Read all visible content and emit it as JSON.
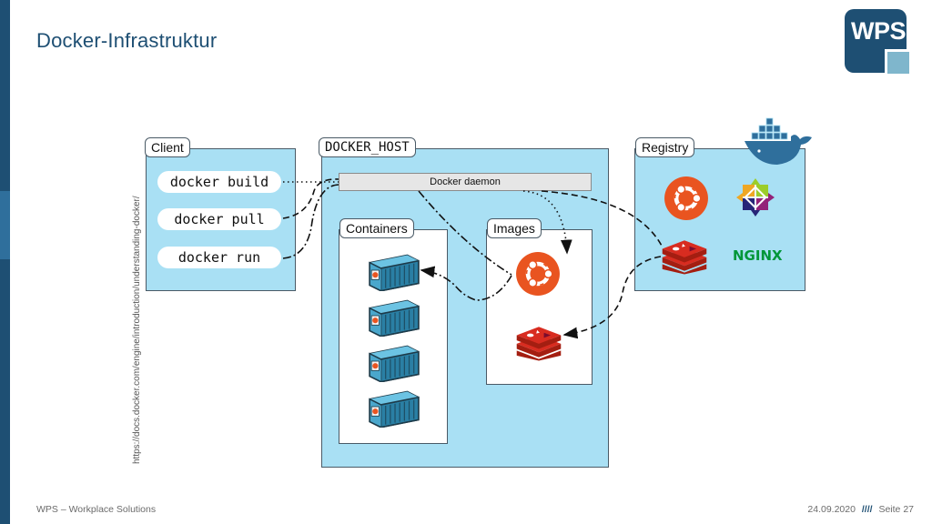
{
  "slide": {
    "title": "Docker-Infrastruktur",
    "source_url": "https://docs.docker.com/engine/introduction/understanding-docker/"
  },
  "logo": {
    "text": "WPS"
  },
  "footer": {
    "company": "WPS – Workplace Solutions",
    "date": "24.09.2020",
    "separator": "////",
    "page": "Seite 27"
  },
  "diagram": {
    "client": {
      "label": "Client",
      "commands": [
        "docker build",
        "docker pull",
        "docker run"
      ]
    },
    "host": {
      "label": "DOCKER_HOST",
      "daemon": "Docker daemon",
      "containers": {
        "label": "Containers"
      },
      "images": {
        "label": "Images"
      }
    },
    "registry": {
      "label": "Registry",
      "logos": [
        "ubuntu-icon",
        "centos-icon",
        "redis-icon",
        "nginx-icon"
      ],
      "nginx_text": "NGINX"
    }
  },
  "colors": {
    "brand": "#1e4f73",
    "panel": "#a9e0f4",
    "ubuntu": "#e95420",
    "redis": "#d82c20",
    "nginx": "#009639"
  }
}
